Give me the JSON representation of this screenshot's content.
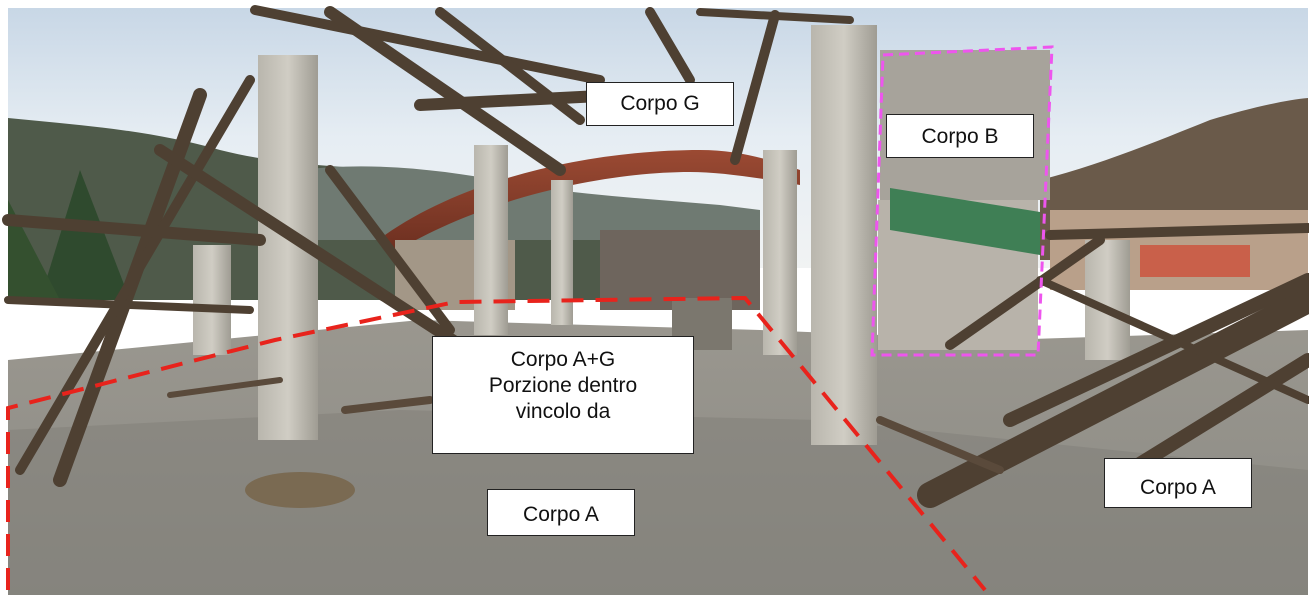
{
  "labels": {
    "corpo_g": "Corpo G",
    "corpo_b": "Corpo B",
    "corpo_ag_line1": "Corpo A+G",
    "corpo_ag_line2": "Porzione dentro",
    "corpo_ag_line3": "vincolo da",
    "corpo_a_center": "Corpo A",
    "corpo_a_right": "Corpo A"
  },
  "colors": {
    "red_dash": "#e8231c",
    "magenta_dash": "#ee55ee",
    "sky": "#dfe9f3",
    "concrete": "#a9a69e",
    "roof_red": "#8a3a28",
    "wood": "#5b4a3a"
  }
}
